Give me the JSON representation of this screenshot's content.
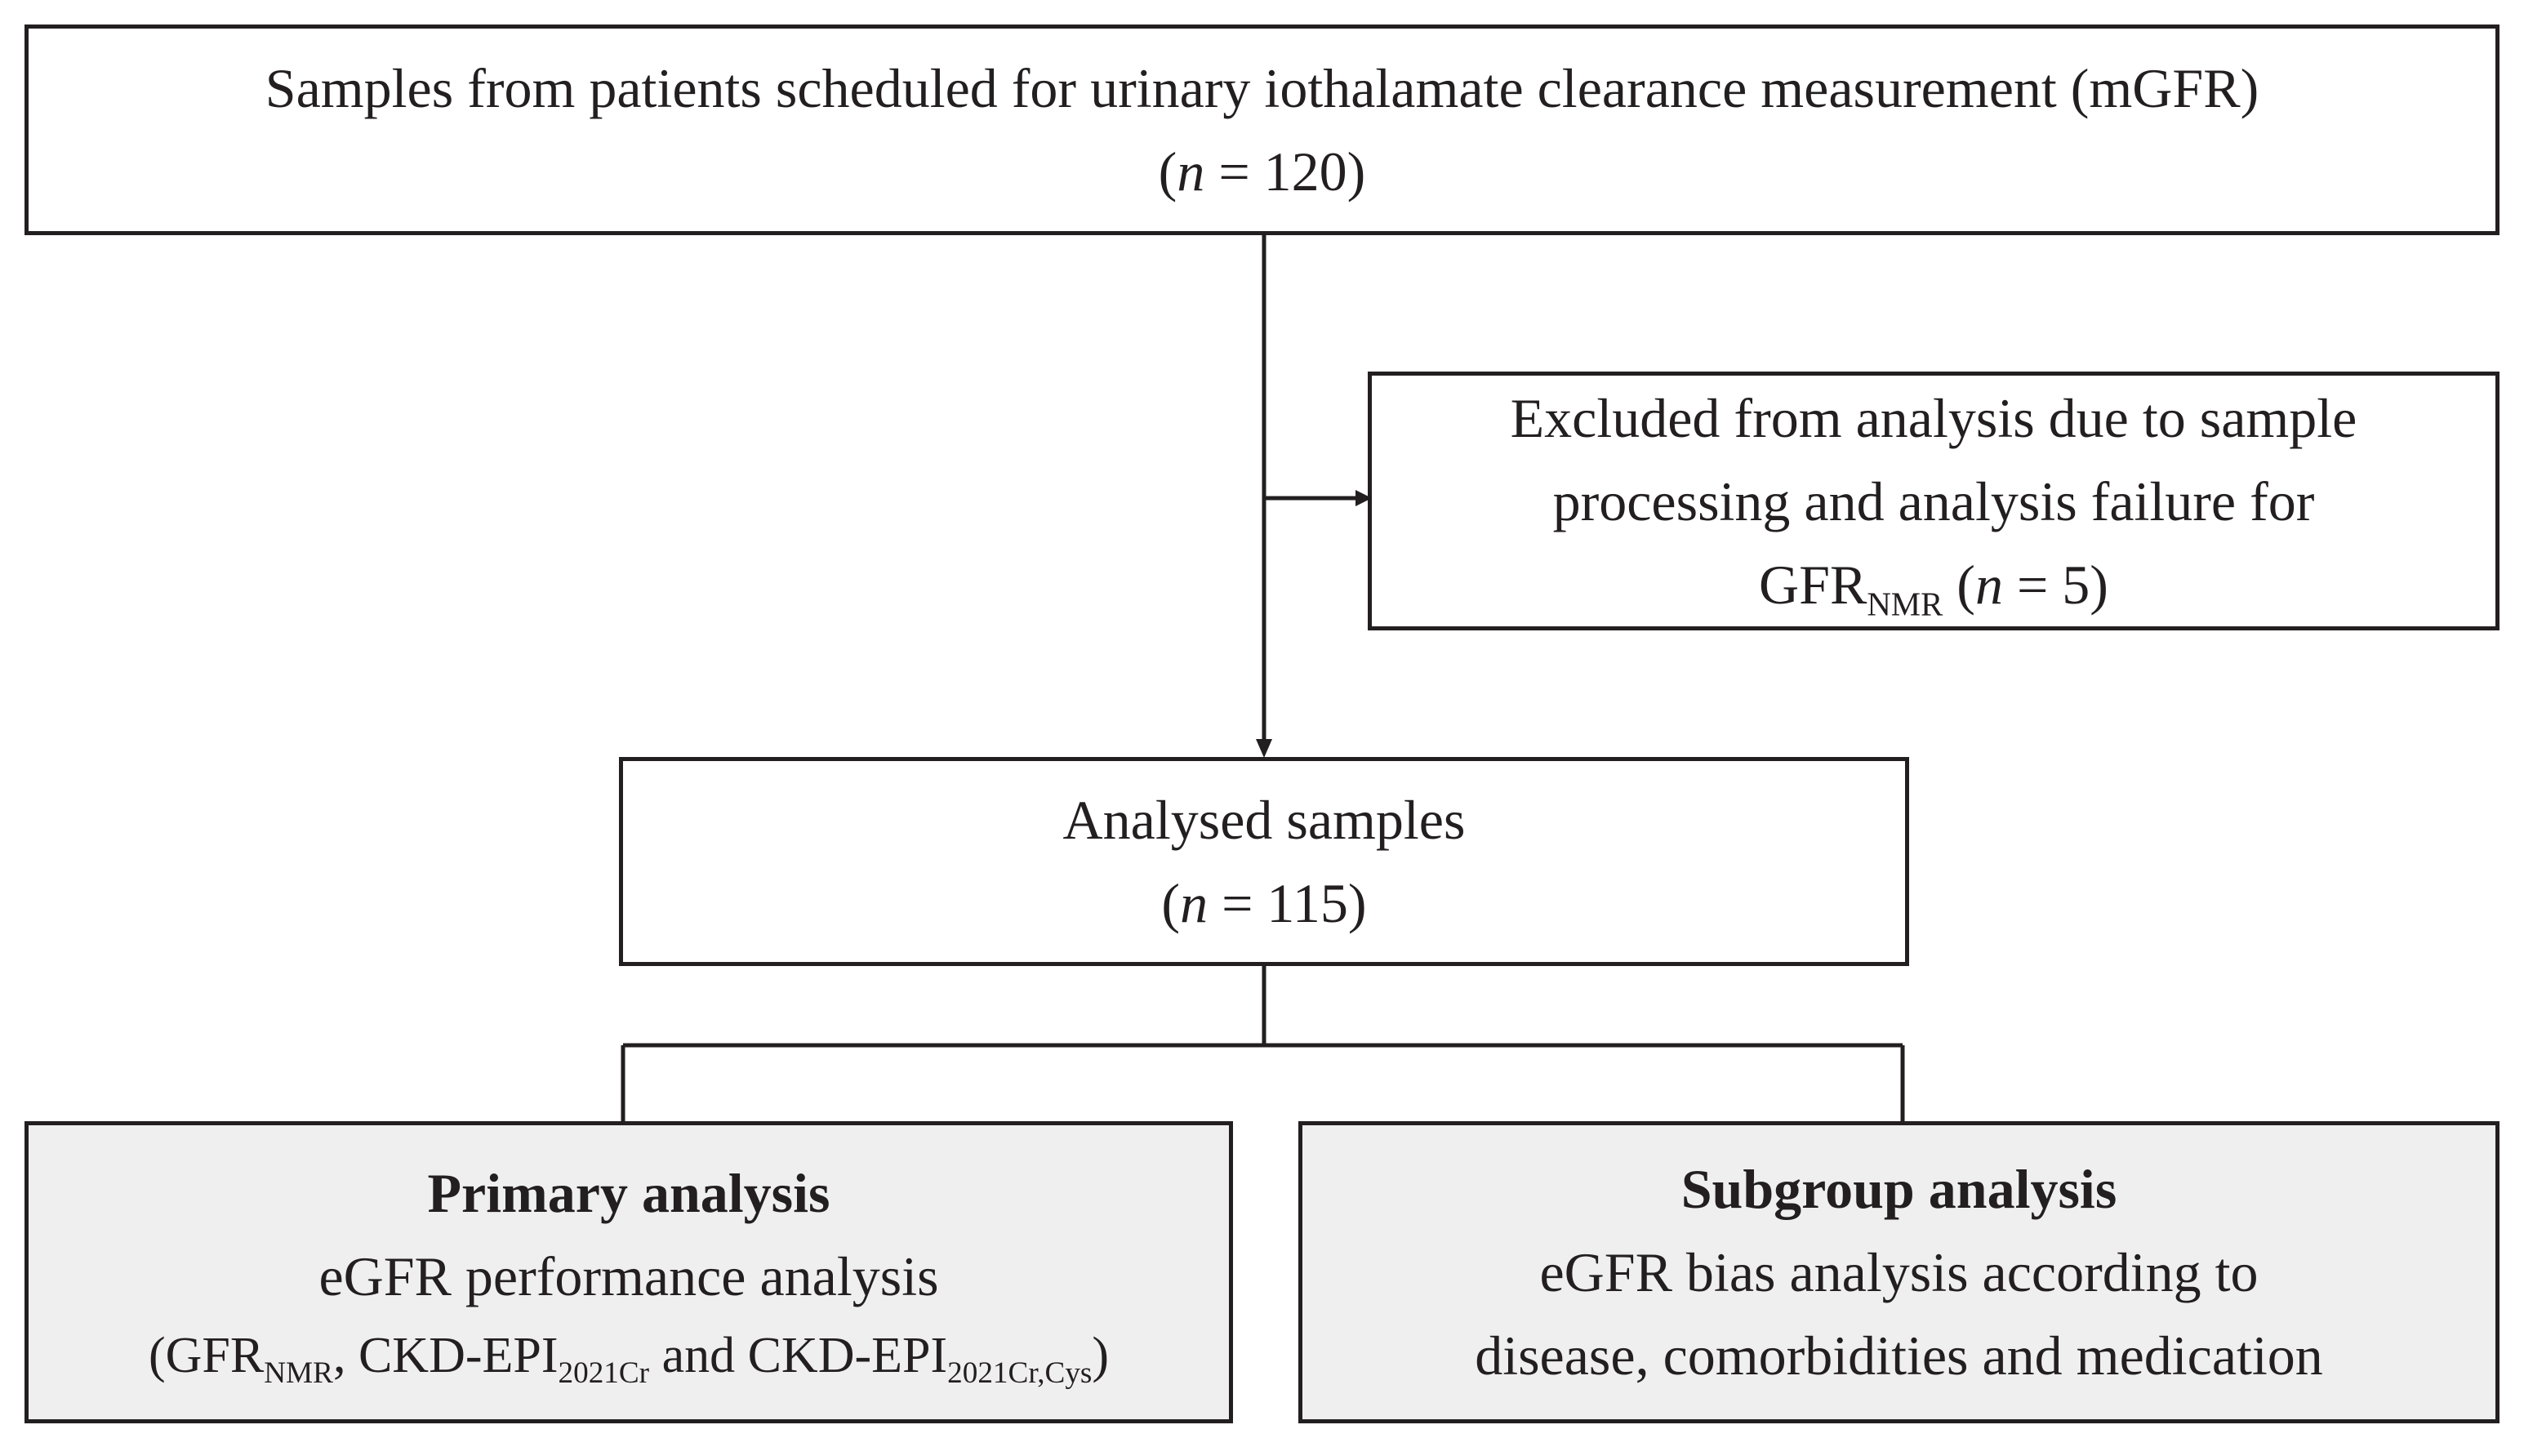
{
  "top_box": {
    "line1": "Samples from patients scheduled for urinary iothalamate clearance measurement (mGFR)",
    "n_open": "(",
    "n_italic": "n",
    "n_rest": " = 120)"
  },
  "excluded_box": {
    "line1": "Excluded from analysis due to sample",
    "line2": "processing and analysis failure for",
    "gfr": "GFR",
    "gfr_sub": "NMR",
    "n_open": " (",
    "n_italic": "n",
    "n_rest": " = 5)"
  },
  "analysed_box": {
    "line1": "Analysed samples",
    "n_open": "(",
    "n_italic": "n",
    "n_rest": " = 115)"
  },
  "primary_box": {
    "title": "Primary analysis",
    "line2": "eGFR performance analysis",
    "p_open": "(GFR",
    "p_sub1": "NMR",
    "p_mid1": ", CKD-EPI",
    "p_sub2": "2021Cr",
    "p_mid2": " and CKD-EPI",
    "p_sub3": "2021Cr,Cys",
    "p_close": ")"
  },
  "subgroup_box": {
    "title": "Subgroup analysis",
    "line2": "eGFR bias analysis according to",
    "line3": "disease, comorbidities and medication"
  },
  "colors": {
    "stroke": "#231f20",
    "grey_fill": "#efefef"
  }
}
